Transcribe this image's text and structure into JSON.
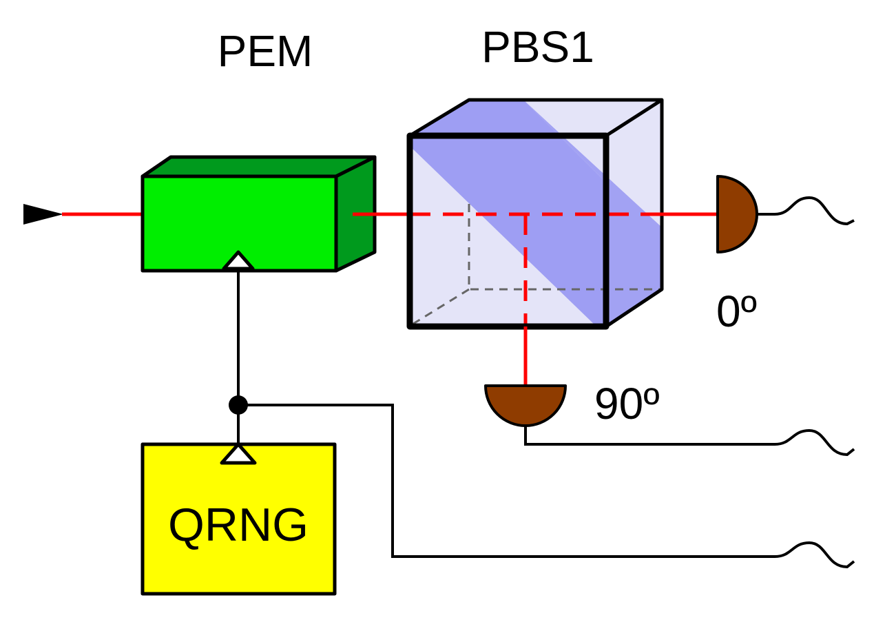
{
  "labels": {
    "pem": "PEM",
    "pbs1": "PBS1",
    "qrng": "QRNG",
    "detector_0": "0º",
    "detector_90": "90º"
  },
  "colors": {
    "pem_front": "#00ee00",
    "pem_side": "#009a1d",
    "qrng": "#ffff00",
    "cube_face": "#e4e4f8",
    "cube_diagonal": "#9a9af2",
    "detector": "#8f3c00",
    "beam": "#ff0000",
    "wire": "#000000"
  }
}
